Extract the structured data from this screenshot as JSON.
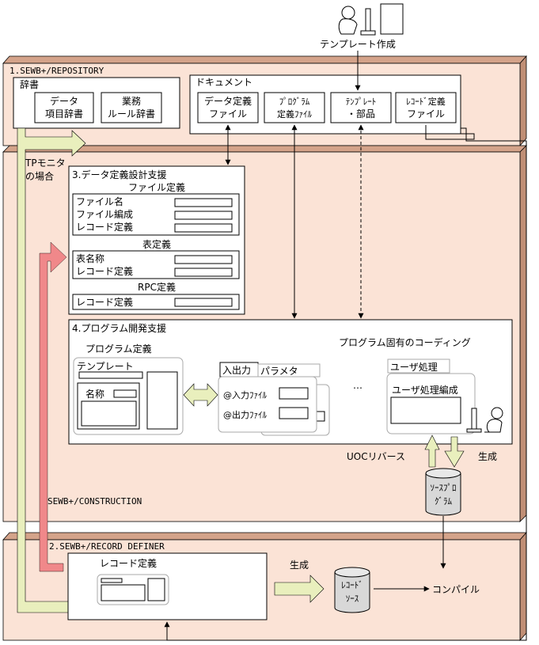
{
  "colors": {
    "panel_fill": "#fbe3d6",
    "panel_side": "#d4a38a",
    "arrow_yellow": "#e9efbd",
    "arrow_red": "#f0888a",
    "cylinder": "#d8d8d8"
  },
  "top_actor": {
    "label": "テンプレート作成",
    "icon": "person-at-computer-icon"
  },
  "repository": {
    "title": "1.SEWB+/REPOSITORY",
    "dictionary": {
      "title": "辞書",
      "items": [
        {
          "line1": "データ",
          "line2": "項目辞書"
        },
        {
          "line1": "業務",
          "line2": "ルール辞書"
        }
      ]
    },
    "documents": {
      "title": "ドキュメント",
      "items": [
        {
          "line1": "データ定義",
          "line2": "ファイル"
        },
        {
          "line1": "ﾌﾟﾛｸﾞﾗﾑ",
          "line2": "定義ﾌｧｲﾙ"
        },
        {
          "line1": "ﾃﾝﾌﾟﾚｰﾄ",
          "line2": "・部品"
        },
        {
          "line1": "ﾚｺｰﾄﾞ定義",
          "line2": "ファイル"
        }
      ]
    }
  },
  "construction": {
    "title": "SEWB+/CONSTRUCTION",
    "tp_monitor_label": {
      "line1": "TPモニタ",
      "line2": "の場合"
    },
    "data_def": {
      "title": "3.データ定義設計支援",
      "sections": [
        {
          "title": "ファイル定義",
          "fields": [
            "ファイル名",
            "ファイル編成",
            "レコード定義"
          ]
        },
        {
          "title": "表定義",
          "fields": [
            "表名称",
            "レコード定義"
          ]
        },
        {
          "title": "RPC定義",
          "fields": [
            "レコード定義"
          ]
        }
      ]
    },
    "program_dev": {
      "title": "4.プログラム開発支援",
      "program_def_label": "プログラム定義",
      "template_label": "テンプレート",
      "name_label": "名称",
      "io_tab": "入出力",
      "param_tab": "パラメタ",
      "input_file": "@入力ﾌｧｲﾙ",
      "output_file": "@出力ﾌｧｲﾙ",
      "ellipsis": "…",
      "coding_label": "プログラム固有のコーディング",
      "user_proc_tab": "ユーザ処理",
      "user_proc_edit": "ユーザ処理編成"
    },
    "uoc_reverse": "UOCリバース",
    "generate": "生成",
    "source_program": {
      "line1": "ｿｰｽﾌﾟﾛ",
      "line2": "ｸﾞﾗﾑ"
    }
  },
  "record_definer": {
    "title": "2.SEWB+/RECORD DEFINER",
    "record_def_label": "レコード定義",
    "generate": "生成",
    "record_source": {
      "line1": "ﾚｺｰﾄﾞ",
      "line2": "ｿｰｽ"
    }
  },
  "compile": "コンパイル"
}
